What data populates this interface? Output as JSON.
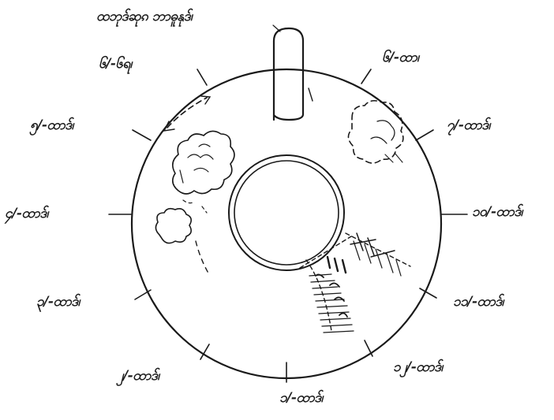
{
  "diagram": {
    "ink_color": "#1a1a1a",
    "paper_color": "#ffffff",
    "top_caption": "ထဘုဒ်ဆုၵ  ဘာဓူနုဒ်၊",
    "clock_labels": [
      {
        "id": "top-right",
        "text": "၆/-ထာ၊"
      },
      {
        "id": "upper-right",
        "text": "၇/-ထာဒ်၊"
      },
      {
        "id": "right",
        "text": "၁၀/-ထာဒ်၊"
      },
      {
        "id": "lower-right",
        "text": "၁၁/-ထာဒ်၊"
      },
      {
        "id": "bottom-right",
        "text": "၁၂/-ထာဒ်၊"
      },
      {
        "id": "bottom",
        "text": "၁/-ထာဒ်၊"
      },
      {
        "id": "bottom-left",
        "text": "၂/-ထာဒ်၊"
      },
      {
        "id": "lower-left",
        "text": "၃/-ထာဒ်၊"
      },
      {
        "id": "left",
        "text": "၄/-ထာဒ်၊"
      },
      {
        "id": "upper-left",
        "text": "၅/-ထာဒ်၊"
      },
      {
        "id": "top-left",
        "text": "၆/-၆ရ၊"
      }
    ]
  }
}
